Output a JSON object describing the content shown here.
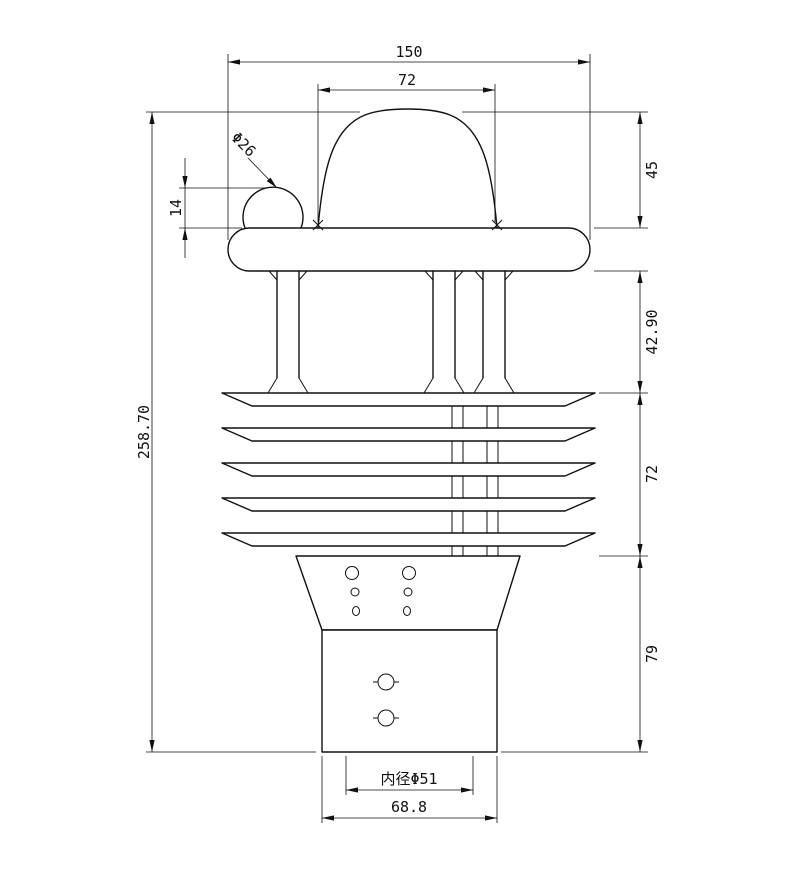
{
  "dimensions": {
    "top_width": "150",
    "dome_width": "72",
    "dome_height": "45",
    "small_dome_diameter": "Φ26",
    "small_dome_height": "14",
    "total_height": "258.70",
    "pillar_section_height": "42.90",
    "louver_section_height": "72",
    "base_section_height": "79",
    "inner_diameter_label": "内径Φ51",
    "bottom_width": "68.8"
  }
}
